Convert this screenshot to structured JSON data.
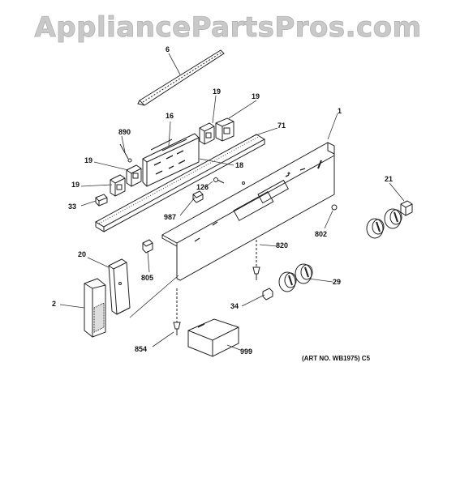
{
  "watermark": "AppliancePartsPros.com",
  "art_number": "(ART NO. WB1975) C5",
  "part_labels": [
    "6",
    "19",
    "19",
    "16",
    "890",
    "71",
    "1",
    "19",
    "18",
    "19",
    "126",
    "33",
    "987",
    "21",
    "802",
    "20",
    "805",
    "820",
    "29",
    "2",
    "34",
    "854",
    "999"
  ]
}
